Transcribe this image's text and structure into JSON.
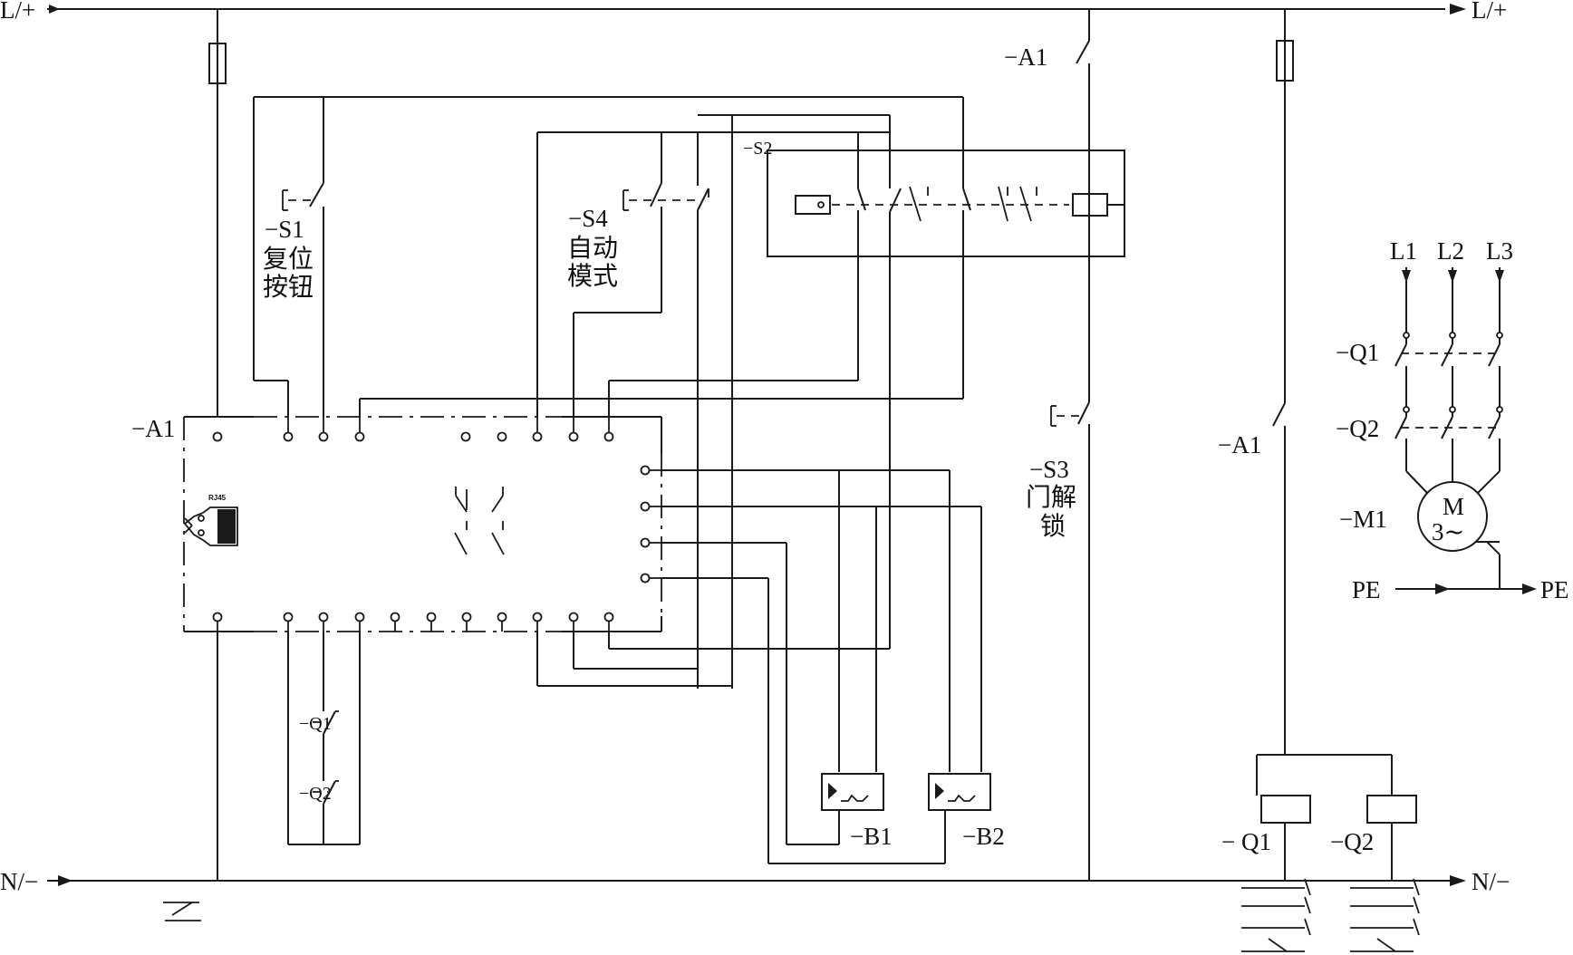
{
  "rails": {
    "top_left": "L/+",
    "top_right": "L/+",
    "bottom_left": "N/−",
    "bottom_right": "N/−"
  },
  "module": {
    "label": "−A1",
    "port_label": "RJ45"
  },
  "components": {
    "s1_tag": "−S1",
    "s1_desc_1": "复位",
    "s1_desc_2": "按钮",
    "s4_tag": "−S4",
    "s4_desc_1": "自动",
    "s4_desc_2": "模式",
    "s2_tag": "−S2",
    "s3_tag": "−S3",
    "s3_desc_1": "门解",
    "s3_desc_2": "锁",
    "a1_contact_top": "−A1",
    "a1_contact_right": "−A1",
    "q1_aux": "−Q1",
    "q2_aux": "−Q2",
    "b1": "−B1",
    "b2": "−B2",
    "q1_coil": "− Q1",
    "q2_coil": "−Q2"
  },
  "motor": {
    "phase_1": "L1",
    "phase_2": "L2",
    "phase_3": "L3",
    "q1": "−Q1",
    "q2": "−Q2",
    "m1": "−M1",
    "symbol": "M",
    "phases": "3∼",
    "pe_left": "PE",
    "pe_right": "PE"
  },
  "colors": {
    "line": "#1a1a1a",
    "background": "#ffffff"
  }
}
